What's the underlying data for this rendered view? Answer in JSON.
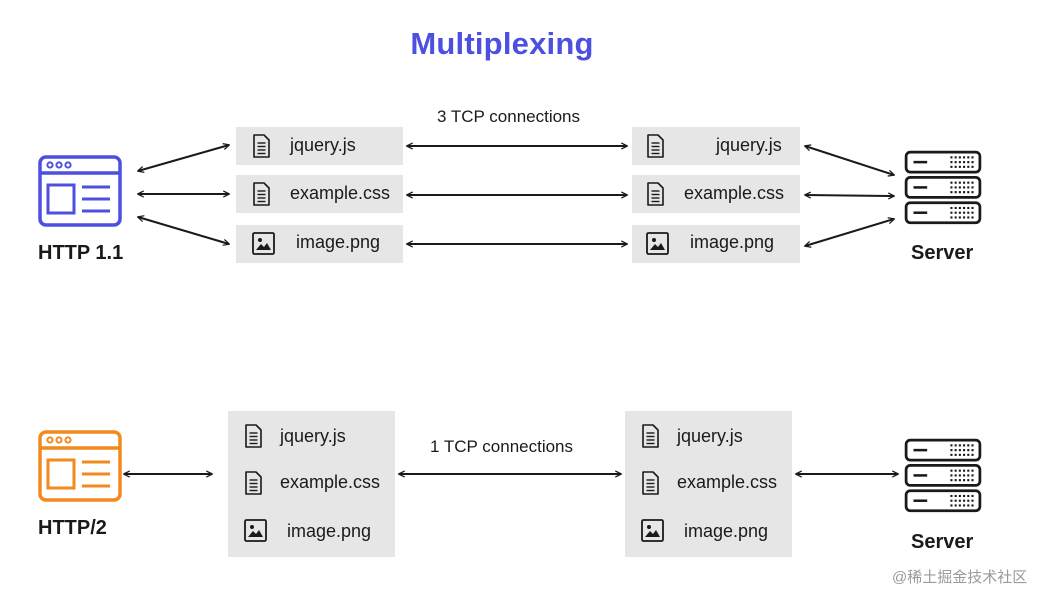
{
  "title": "Multiplexing",
  "colors": {
    "title": "#4c4fe0",
    "http11_icon": "#4c4fe0",
    "http2_icon": "#f28a1e",
    "box": "#e6e6e6"
  },
  "http11": {
    "client_label": "HTTP 1.1",
    "server_label": "Server",
    "connection_label": "3 TCP connections",
    "files": [
      {
        "name": "jquery.js",
        "icon": "document-icon"
      },
      {
        "name": "example.css",
        "icon": "document-icon"
      },
      {
        "name": "image.png",
        "icon": "image-icon"
      }
    ]
  },
  "http2": {
    "client_label": "HTTP/2",
    "server_label": "Server",
    "connection_label": "1 TCP connections",
    "files": [
      {
        "name": "jquery.js",
        "icon": "document-icon"
      },
      {
        "name": "example.css",
        "icon": "document-icon"
      },
      {
        "name": "image.png",
        "icon": "image-icon"
      }
    ]
  },
  "watermark": "@稀土掘金技术社区"
}
